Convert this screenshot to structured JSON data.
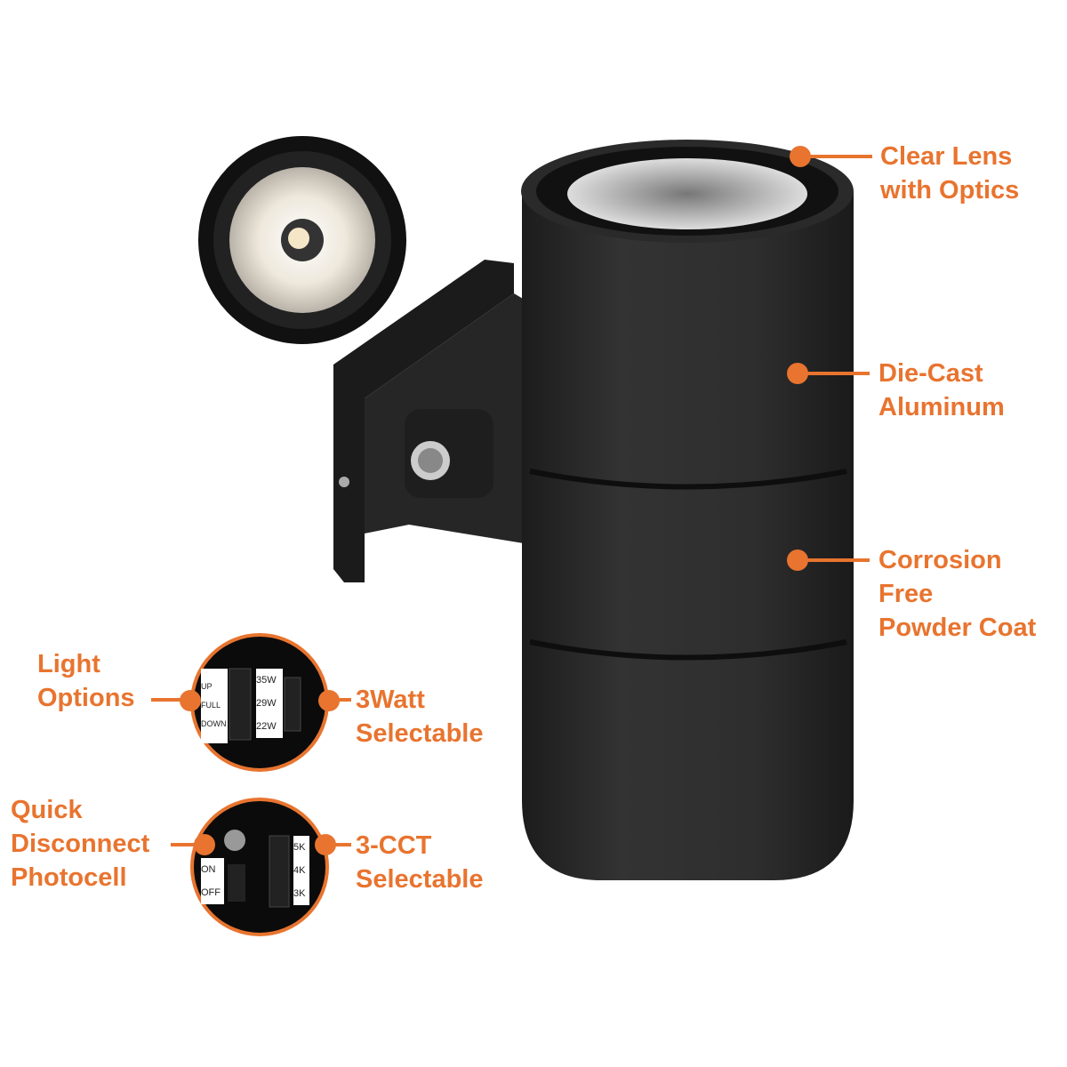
{
  "colors": {
    "accent": "#E8742F",
    "fixture": "#2b2b2b"
  },
  "callouts": {
    "clear_lens": [
      "Clear Lens",
      "with Optics"
    ],
    "die_cast": [
      "Die-Cast",
      "Aluminum"
    ],
    "corrosion": [
      "Corrosion",
      "Free",
      "Powder Coat"
    ],
    "light_options": [
      "Light",
      "Options"
    ],
    "watt": [
      "3Watt",
      "Selectable"
    ],
    "photocell": [
      "Quick",
      "Disconnect",
      "Photocell"
    ],
    "cct": [
      "3-CCT",
      "Selectable"
    ]
  },
  "switches": {
    "light": [
      "UP",
      "FULL",
      "DOWN"
    ],
    "watt": [
      "35W",
      "29W",
      "22W"
    ],
    "photocell": [
      "ON",
      "OFF"
    ],
    "cct": [
      "5K",
      "4K",
      "3K"
    ]
  }
}
